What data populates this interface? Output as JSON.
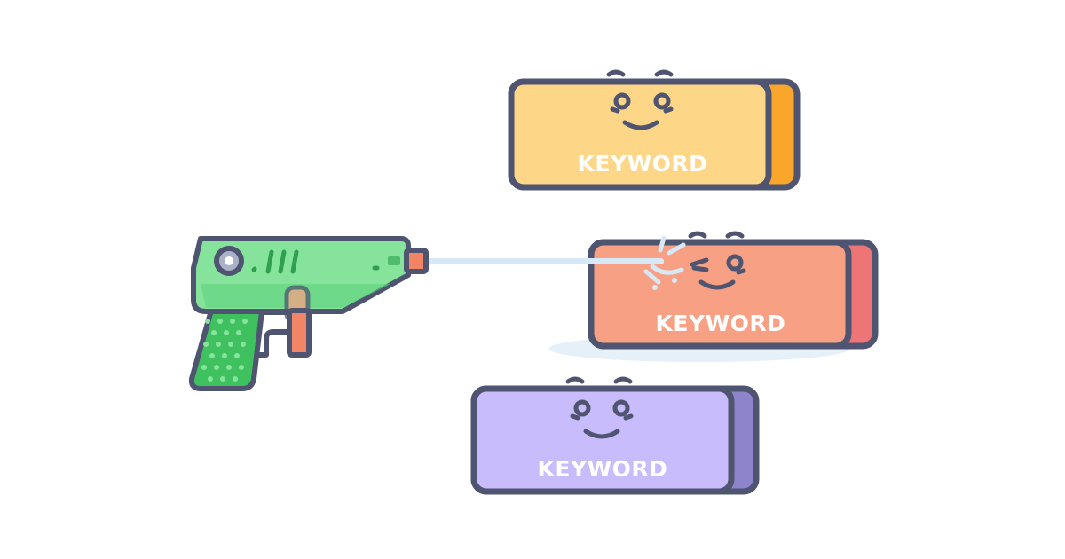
{
  "keywords": [
    {
      "label": "KEYWORD",
      "face": "#fdd688",
      "side": "#f9a62b",
      "mood": "smile"
    },
    {
      "label": "KEYWORD",
      "face": "#f7a084",
      "side": "#ee7575",
      "mood": "wink-splashed"
    },
    {
      "label": "KEYWORD",
      "face": "#c8bcfd",
      "side": "#8d84cc",
      "mood": "smile"
    }
  ],
  "water_pistol": {
    "body": "#86e39c",
    "grip": "#3fc160",
    "accent": "#f28566",
    "lens": "#aab2c8"
  },
  "water": {
    "stream": "#d7e9f6",
    "puddle": "#e6f0f8"
  },
  "outline": "#4f5470"
}
